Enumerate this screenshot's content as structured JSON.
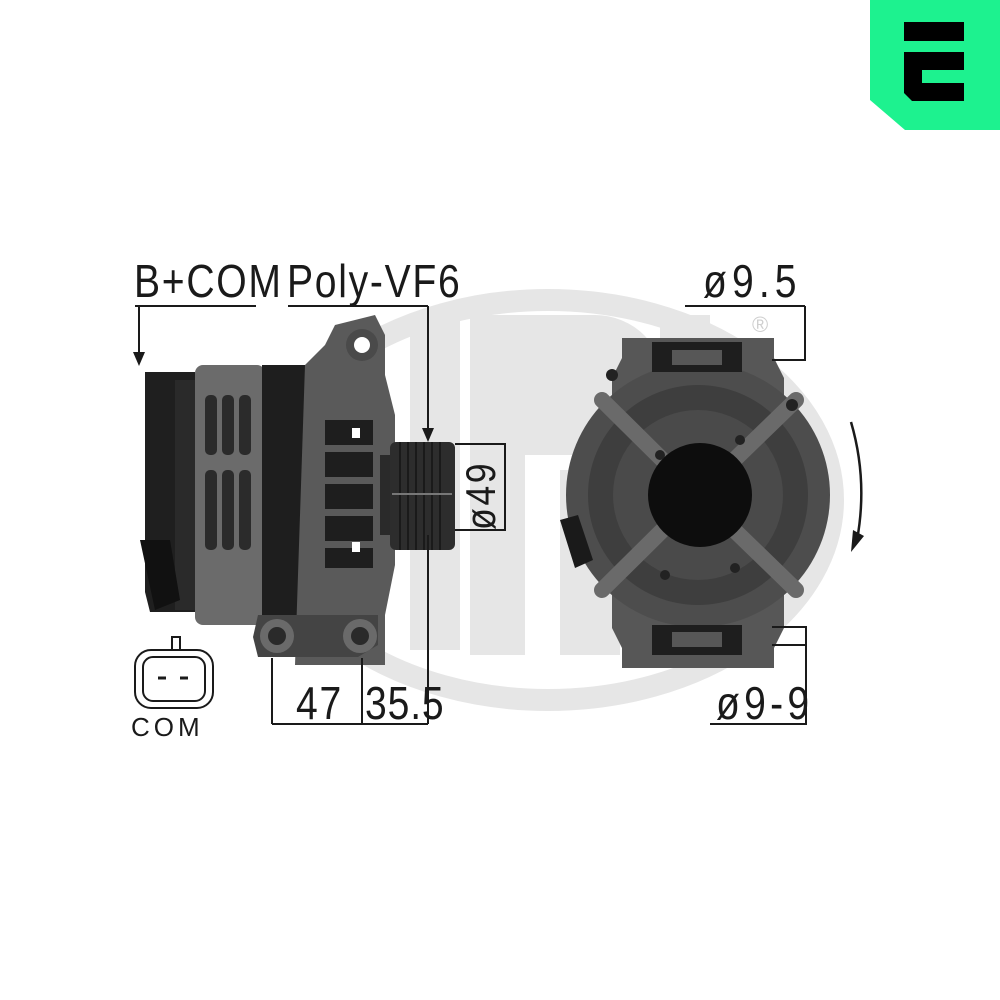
{
  "brand": {
    "logo_letter": "E",
    "logo_color": "#1DF28F",
    "watermark_text": "ERA",
    "watermark_color": "#E6E6E6"
  },
  "product": {
    "type": "alternator",
    "views": [
      "side-view",
      "rear-view"
    ]
  },
  "labels": {
    "connector_top": "B+COM",
    "pulley_type": "Poly-VF6",
    "pulley_diameter": "ø49",
    "mount_dist_1": "47",
    "mount_dist_2": "35.5",
    "connector_bottom": "COM",
    "hole_top": "ø9.5",
    "hole_bottom": "ø9-9",
    "registered": "®"
  },
  "rotation": {
    "direction": "clockwise"
  },
  "colors": {
    "ink": "#1a1a1a",
    "body_dark": "#3a3a3a",
    "body_mid": "#5e5e5e",
    "body_light": "#8a8a8a"
  }
}
